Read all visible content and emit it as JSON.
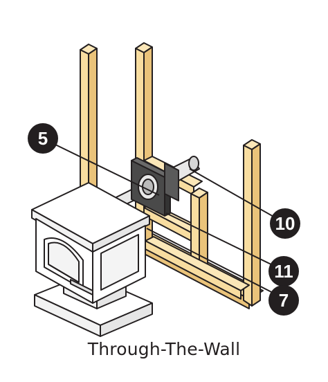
{
  "caption": "Through-The-Wall",
  "callouts": [
    {
      "id": "callout-5",
      "label": "5"
    },
    {
      "id": "callout-10",
      "label": "10"
    },
    {
      "id": "callout-11",
      "label": "11"
    },
    {
      "id": "callout-7",
      "label": "7"
    }
  ],
  "colors": {
    "wood": "#f8dda0",
    "outline": "#231f20",
    "stove": "#ffffff",
    "pipe": "#e8e8e8",
    "plate": "#4a4a4a",
    "callout_fill": "#231f20"
  }
}
